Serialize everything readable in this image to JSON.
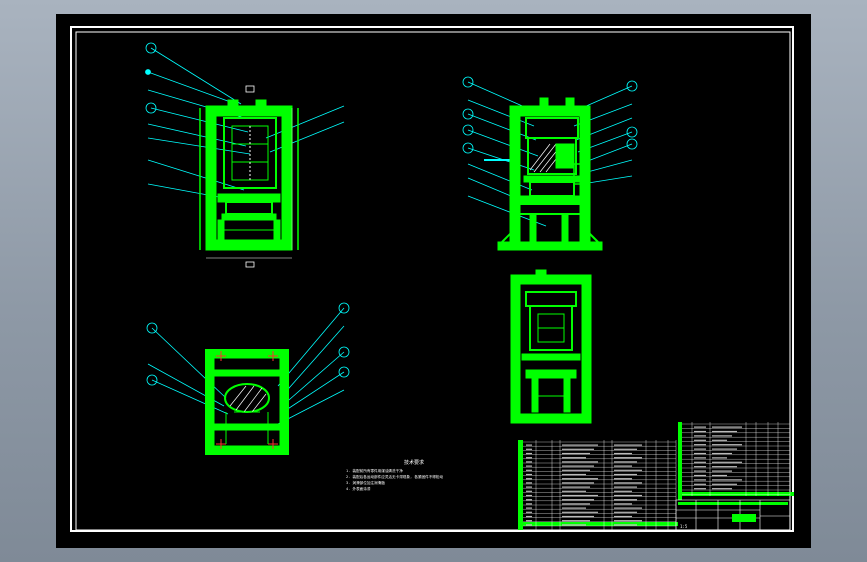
{
  "colors": {
    "background": "#000000",
    "frame": "#ffffff",
    "part": "#00ff00",
    "leader": "#00ffff",
    "hatch": "#ffffff"
  },
  "views": [
    {
      "name": "front-view"
    },
    {
      "name": "side-view"
    },
    {
      "name": "top-view"
    },
    {
      "name": "section-view"
    }
  ],
  "technical_requirements": {
    "heading": "技术要求",
    "lines": [
      "1. 装配前所有零件用煤油清洗干净",
      "2. 装配后各运动部件应灵活无卡滞现象, 各紧固件不得松动",
      "3. 润滑部位加注润滑脂",
      "4. 外表面涂漆"
    ]
  },
  "title_block": {
    "scale": "1:5"
  }
}
